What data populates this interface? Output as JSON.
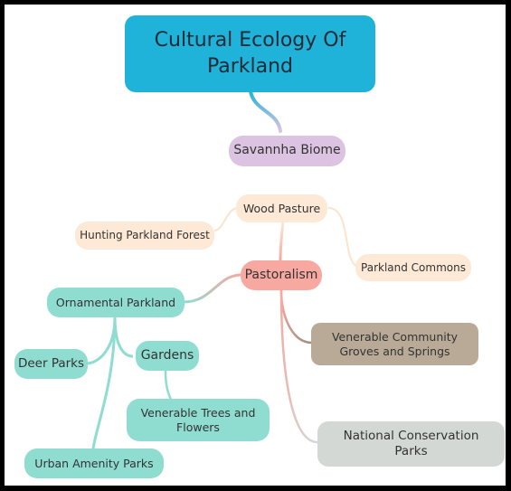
{
  "mindmap": {
    "root": "Cultural Ecology Of Parkland",
    "nodes": {
      "savanna": "Savannha Biome",
      "wood_pasture": "Wood Pasture",
      "hunting": "Hunting Parkland Forest",
      "parkland_commons": "Parkland Commons",
      "pastoralism": "Pastoralism",
      "ornamental": "Ornamental Parkland",
      "deer_parks": "Deer Parks",
      "gardens": "Gardens",
      "venerable_trees": "Venerable Trees and Flowers",
      "urban_amenity": "Urban Amenity Parks",
      "venerable_groves": "Venerable Community Groves and Springs",
      "national_parks": "National Conservation Parks"
    }
  },
  "colors": {
    "background": "#ffffff",
    "frame": "#000000",
    "root": "#1fb3d9",
    "savanna": "#dcc3e1",
    "wood": "#fde9d6",
    "pastoralism": "#f7a8a0",
    "teal": "#8fdcd0",
    "taupe": "#b9aa97",
    "grey": "#d3d8d4"
  }
}
